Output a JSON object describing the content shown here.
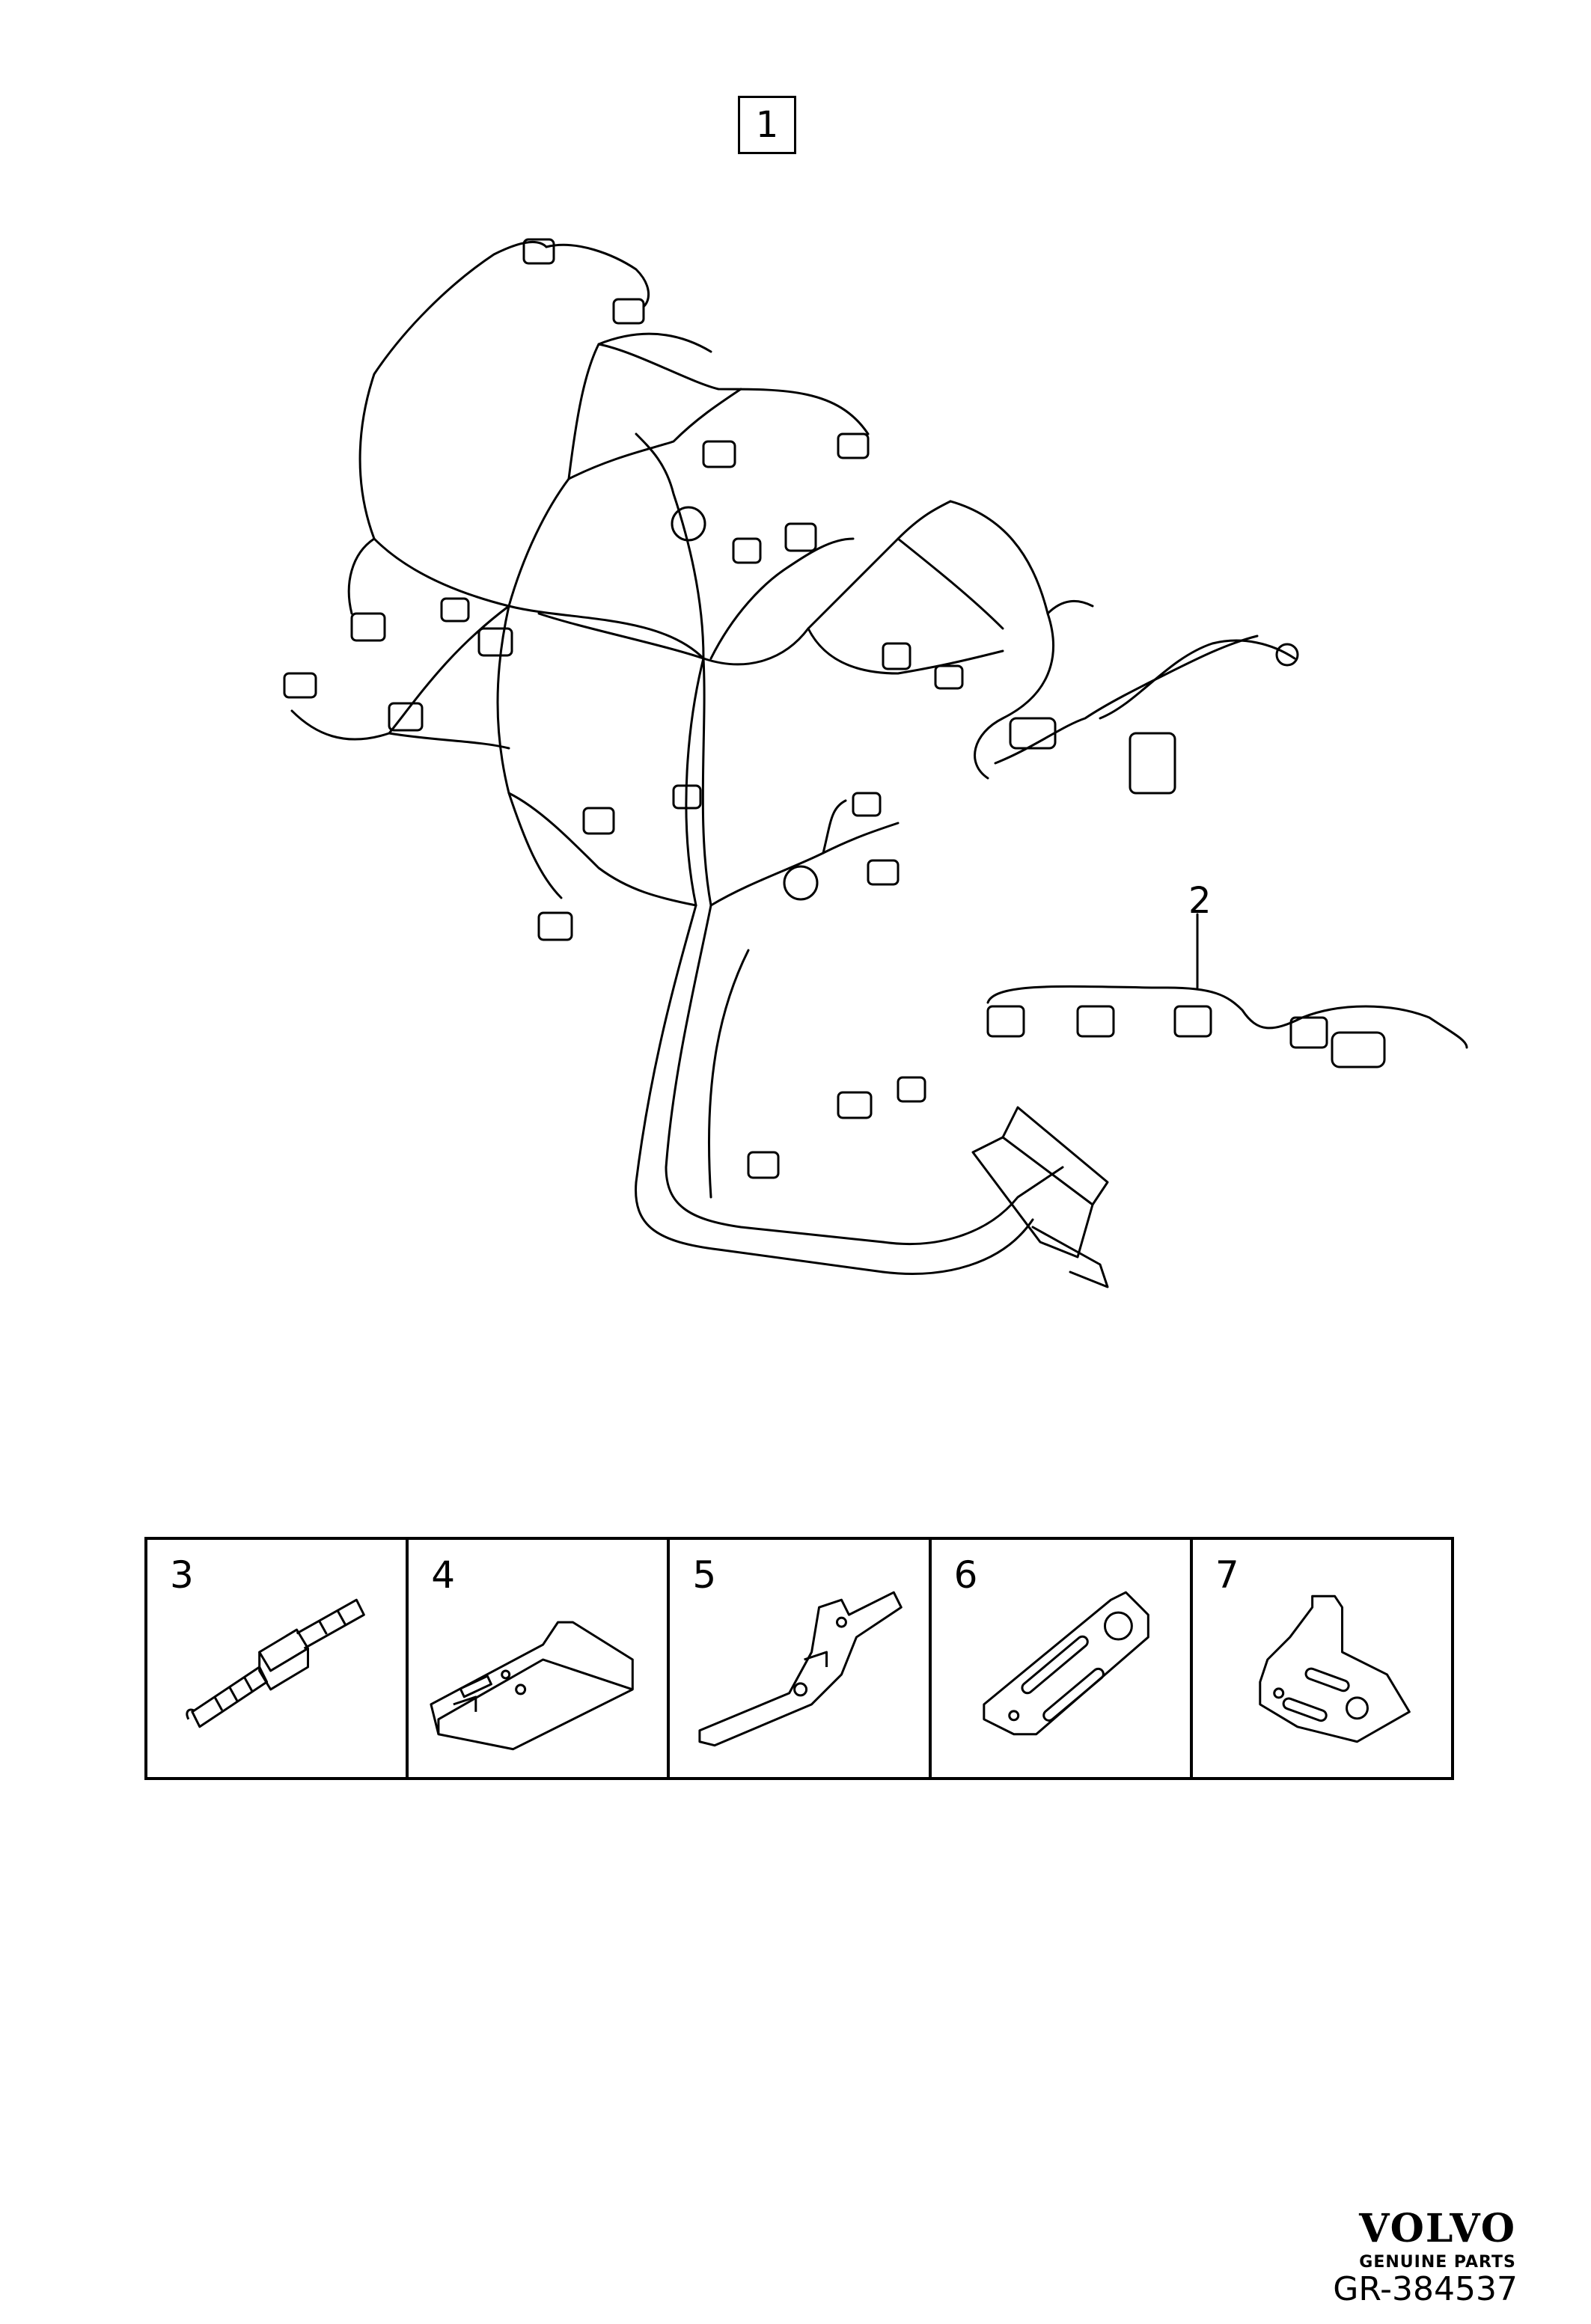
{
  "callouts": {
    "main_harness": "1",
    "injector_harness": "2"
  },
  "parts": [
    {
      "number": "3",
      "icon": "stud-bolt-icon"
    },
    {
      "number": "4",
      "icon": "bracket-plate-icon"
    },
    {
      "number": "5",
      "icon": "bracket-arm-icon"
    },
    {
      "number": "6",
      "icon": "flat-bracket-icon"
    },
    {
      "number": "7",
      "icon": "angle-bracket-icon"
    }
  ],
  "brand": {
    "logo": "VOLVO",
    "tagline": "GENUINE PARTS"
  },
  "reference": "GR-384537"
}
